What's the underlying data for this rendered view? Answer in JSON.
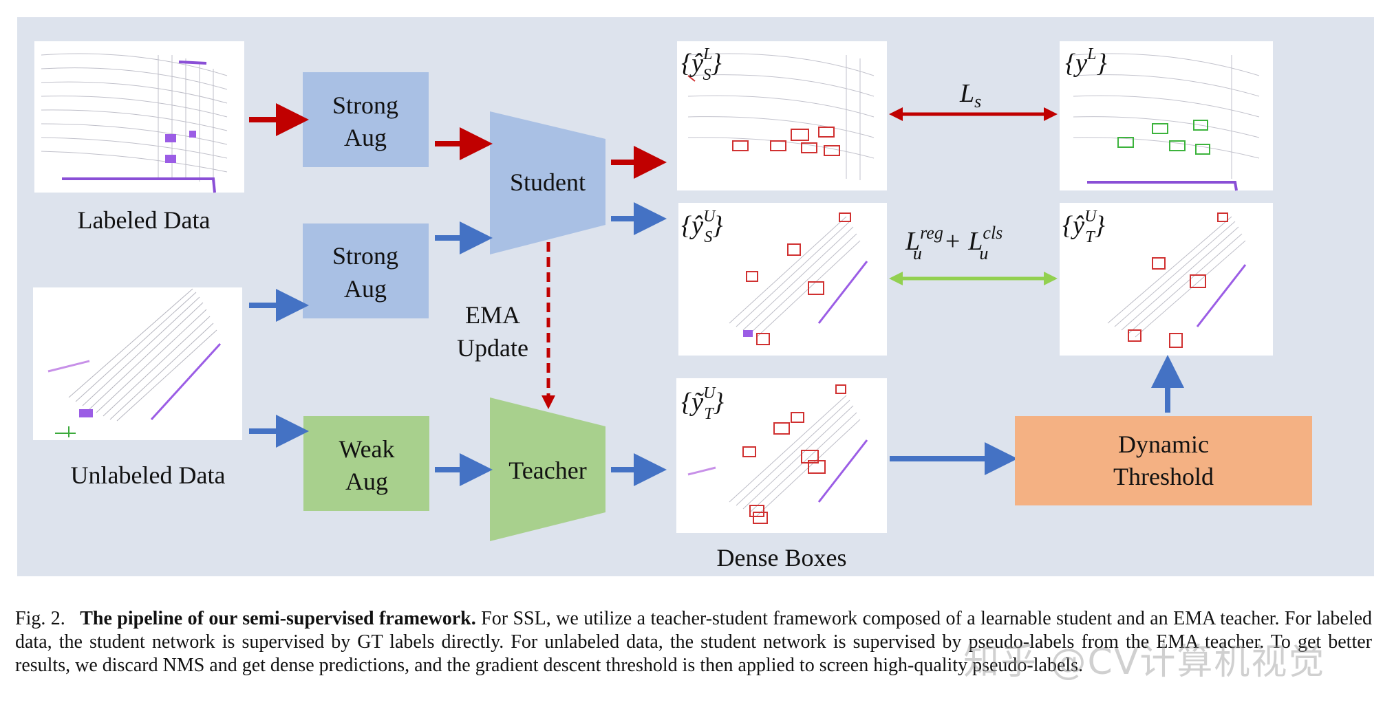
{
  "figure": {
    "inputs": {
      "labeled": "Labeled Data",
      "unlabeled": "Unlabeled Data"
    },
    "augmentations": {
      "strong_top_line1": "Strong",
      "strong_top_line2": "Aug",
      "strong_bottom_line1": "Strong",
      "strong_bottom_line2": "Aug",
      "weak_line1": "Weak",
      "weak_line2": "Aug"
    },
    "models": {
      "student": "Student",
      "teacher": "Teacher",
      "ema_line1": "EMA",
      "ema_line2": "Update"
    },
    "outputs": {
      "student_labeled_label": "ŷ",
      "gt_label": "y",
      "student_unlabeled_label": "ŷ",
      "teacher_filtered_label": "ŷ",
      "teacher_dense_label": "ỹ",
      "dense_boxes": "Dense Boxes"
    },
    "losses": {
      "supervised": "L",
      "unsupervised_reg": "L",
      "plus": "+",
      "unsupervised_cls": "L"
    },
    "threshold_line1": "Dynamic",
    "threshold_line2": "Threshold",
    "colors": {
      "panel_bg": "#dde3ed",
      "aug_box": "#a9c0e4",
      "weak_box": "#a8d08d",
      "threshold_box": "#f4b183",
      "red_arrow": "#c00000",
      "blue_arrow": "#4472c4",
      "green_arrow": "#92d050"
    }
  },
  "caption": {
    "fig_label": "Fig. 2.",
    "title": "The pipeline of our semi-supervised framework.",
    "body": "For SSL, we utilize a teacher-student framework composed of a learnable student and an EMA teacher. For labeled data, the student network is supervised by GT labels directly. For unlabeled data, the student network is supervised by pseudo-labels from the EMA teacher. To get better results, we discard NMS and get dense predictions, and the gradient descent threshold is then applied to screen high-quality pseudo-labels."
  },
  "watermark": "知乎 @CV计算机视觉"
}
